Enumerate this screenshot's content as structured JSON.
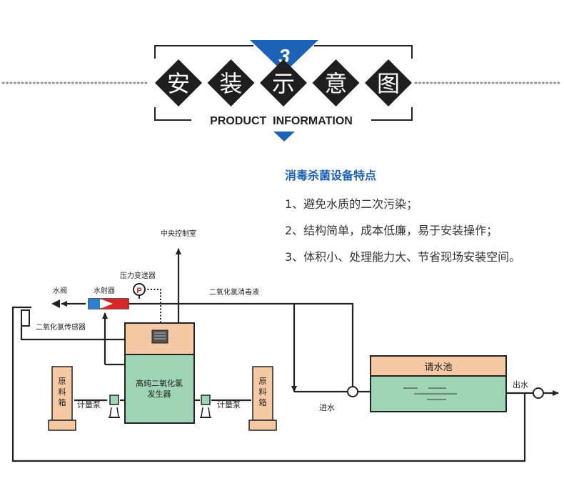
{
  "header": {
    "badge_number": "3",
    "title_chars": [
      "安",
      "装",
      "示",
      "意",
      "图"
    ],
    "subtitle": "PRODUCT  INFORMATION"
  },
  "features": {
    "title": "消毒杀菌设备特点",
    "items": [
      "1、避免水质的二次污染；",
      "2、结构简单，成本低廉，易于安装操作；",
      "3、体积小、处理能力大、节省现场安装空间。"
    ]
  },
  "diagram": {
    "central_control": "中央控制室",
    "pressure_transmitter": "压力变送器",
    "pressure_symbol": "P",
    "water_valve": "水阀",
    "water_ejector": "水射器",
    "disinfectant_label": "二氧化氯消毒液",
    "sensor_label": "二氧化氯传感器",
    "generator_line1": "高纯二氧化氯",
    "generator_line2": "发生器",
    "tank_left": "原料箱",
    "tank_right": "原料箱",
    "pump_left": "计量泵",
    "pump_right": "计量泵",
    "clear_pool": "请水池",
    "inlet": "进水",
    "outlet": "出水"
  },
  "colors": {
    "accent_blue": "#1c63b8",
    "tank_peach": "#f5c9a3",
    "generator_green": "#9fd4b4",
    "pool_green": "#9fd4b4",
    "line_dark": "#222222"
  }
}
